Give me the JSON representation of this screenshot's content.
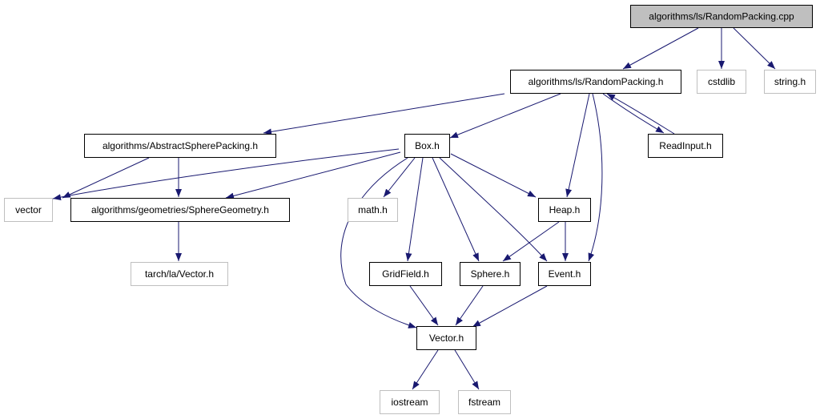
{
  "colors": {
    "edge": "#191970",
    "node_border": "#000000",
    "external_border": "#bfbfbf",
    "root_fill": "#bfbfbf",
    "node_fill": "#ffffff",
    "text": "#000000",
    "external_text": "#404040"
  },
  "nodes": [
    {
      "id": "root",
      "label": "algorithms/ls/RandomPacking.cpp",
      "kind": "root"
    },
    {
      "id": "rph",
      "label": "algorithms/ls/RandomPacking.h",
      "kind": "local"
    },
    {
      "id": "cstdlib",
      "label": "cstdlib",
      "kind": "external"
    },
    {
      "id": "stringh",
      "label": "string.h",
      "kind": "external"
    },
    {
      "id": "asp",
      "label": "algorithms/AbstractSpherePacking.h",
      "kind": "local"
    },
    {
      "id": "box",
      "label": "Box.h",
      "kind": "local"
    },
    {
      "id": "readinput",
      "label": "ReadInput.h",
      "kind": "local"
    },
    {
      "id": "vector",
      "label": "vector",
      "kind": "external"
    },
    {
      "id": "sg",
      "label": "algorithms/geometries/SphereGeometry.h",
      "kind": "local"
    },
    {
      "id": "math",
      "label": "math.h",
      "kind": "external"
    },
    {
      "id": "heap",
      "label": "Heap.h",
      "kind": "local"
    },
    {
      "id": "tarch",
      "label": "tarch/la/Vector.h",
      "kind": "external"
    },
    {
      "id": "gridfield",
      "label": "GridField.h",
      "kind": "local"
    },
    {
      "id": "sphere",
      "label": "Sphere.h",
      "kind": "local"
    },
    {
      "id": "event",
      "label": "Event.h",
      "kind": "local"
    },
    {
      "id": "vectorh",
      "label": "Vector.h",
      "kind": "local"
    },
    {
      "id": "iostream",
      "label": "iostream",
      "kind": "external"
    },
    {
      "id": "fstream",
      "label": "fstream",
      "kind": "external"
    }
  ],
  "edges": [
    {
      "from": "root",
      "to": "rph"
    },
    {
      "from": "root",
      "to": "cstdlib"
    },
    {
      "from": "root",
      "to": "stringh"
    },
    {
      "from": "rph",
      "to": "asp"
    },
    {
      "from": "rph",
      "to": "box"
    },
    {
      "from": "rph",
      "to": "readinput"
    },
    {
      "from": "rph",
      "to": "heap"
    },
    {
      "from": "rph",
      "to": "event"
    },
    {
      "from": "readinput",
      "to": "rph"
    },
    {
      "from": "asp",
      "to": "vector"
    },
    {
      "from": "asp",
      "to": "sg"
    },
    {
      "from": "box",
      "to": "vector"
    },
    {
      "from": "box",
      "to": "sg"
    },
    {
      "from": "box",
      "to": "math"
    },
    {
      "from": "box",
      "to": "heap"
    },
    {
      "from": "box",
      "to": "gridfield"
    },
    {
      "from": "box",
      "to": "sphere"
    },
    {
      "from": "box",
      "to": "event"
    },
    {
      "from": "box",
      "to": "vectorh"
    },
    {
      "from": "sg",
      "to": "tarch"
    },
    {
      "from": "heap",
      "to": "sphere"
    },
    {
      "from": "heap",
      "to": "event"
    },
    {
      "from": "gridfield",
      "to": "vectorh"
    },
    {
      "from": "sphere",
      "to": "vectorh"
    },
    {
      "from": "event",
      "to": "vectorh"
    },
    {
      "from": "vectorh",
      "to": "iostream"
    },
    {
      "from": "vectorh",
      "to": "fstream"
    }
  ]
}
